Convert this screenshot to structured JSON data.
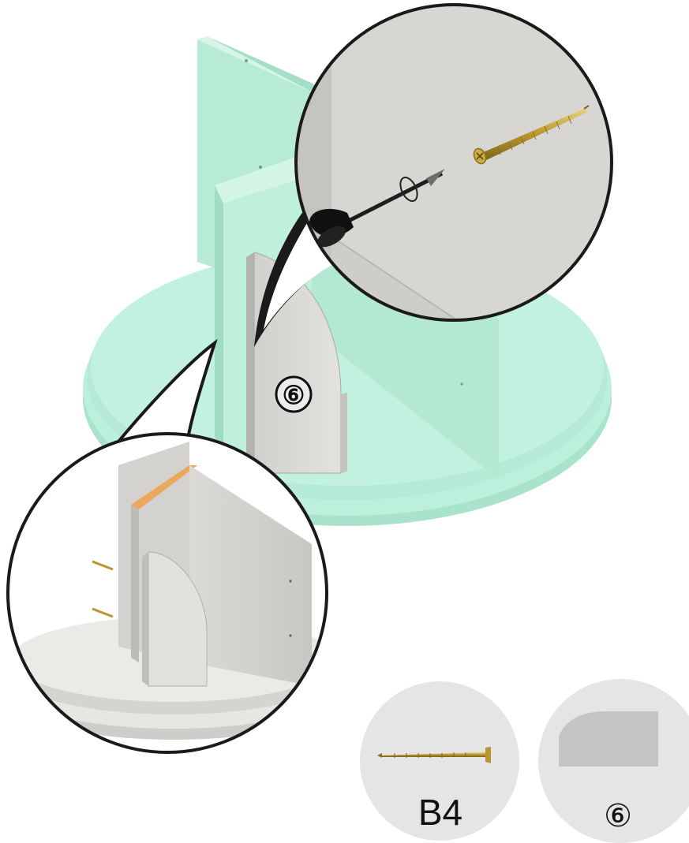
{
  "parts": {
    "screw": {
      "label": "B4",
      "icon": "screw-icon"
    },
    "bracket": {
      "label": "⑥",
      "icon": "quarter-round-bracket-icon"
    }
  },
  "main_view": {
    "bracket_label": "⑥"
  },
  "colors": {
    "highlight": "#b9ecd8",
    "highlight_dark": "#9fdcc3",
    "part_gray": "#d9d8d6",
    "outline": "#1a1a1a",
    "screw_gold": "#c9ad45"
  }
}
